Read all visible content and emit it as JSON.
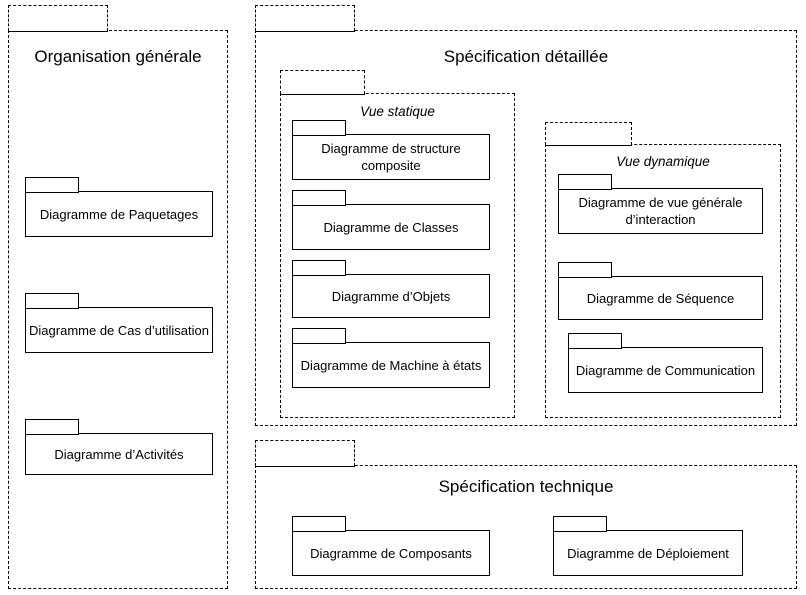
{
  "diagram": {
    "kind": "uml-package-diagram",
    "language": "fr",
    "stroke_color": "#000000",
    "background_color": "#ffffff"
  },
  "packages": {
    "organisation_generale": {
      "title": "Organisation générale",
      "children": [
        {
          "label": "Diagramme de Paquetages"
        },
        {
          "label": "Diagramme de Cas d’utilisation"
        },
        {
          "label": "Diagramme d’Activités"
        }
      ]
    },
    "specification_detaillee": {
      "title": "Spécification détaillée",
      "vue_statique": {
        "title": "Vue statique",
        "children": [
          {
            "label": "Diagramme de structure composite"
          },
          {
            "label": "Diagramme de Classes"
          },
          {
            "label": "Diagramme d’Objets"
          },
          {
            "label": "Diagramme de Machine à états"
          }
        ]
      },
      "vue_dynamique": {
        "title": "Vue dynamique",
        "children": [
          {
            "label": "Diagramme de vue générale d’interaction"
          },
          {
            "label": "Diagramme de Séquence"
          },
          {
            "label": "Diagramme de Communication"
          }
        ]
      }
    },
    "specification_technique": {
      "title": "Spécification technique",
      "children": [
        {
          "label": "Diagramme de Composants"
        },
        {
          "label": "Diagramme de Déploiement"
        }
      ]
    }
  }
}
